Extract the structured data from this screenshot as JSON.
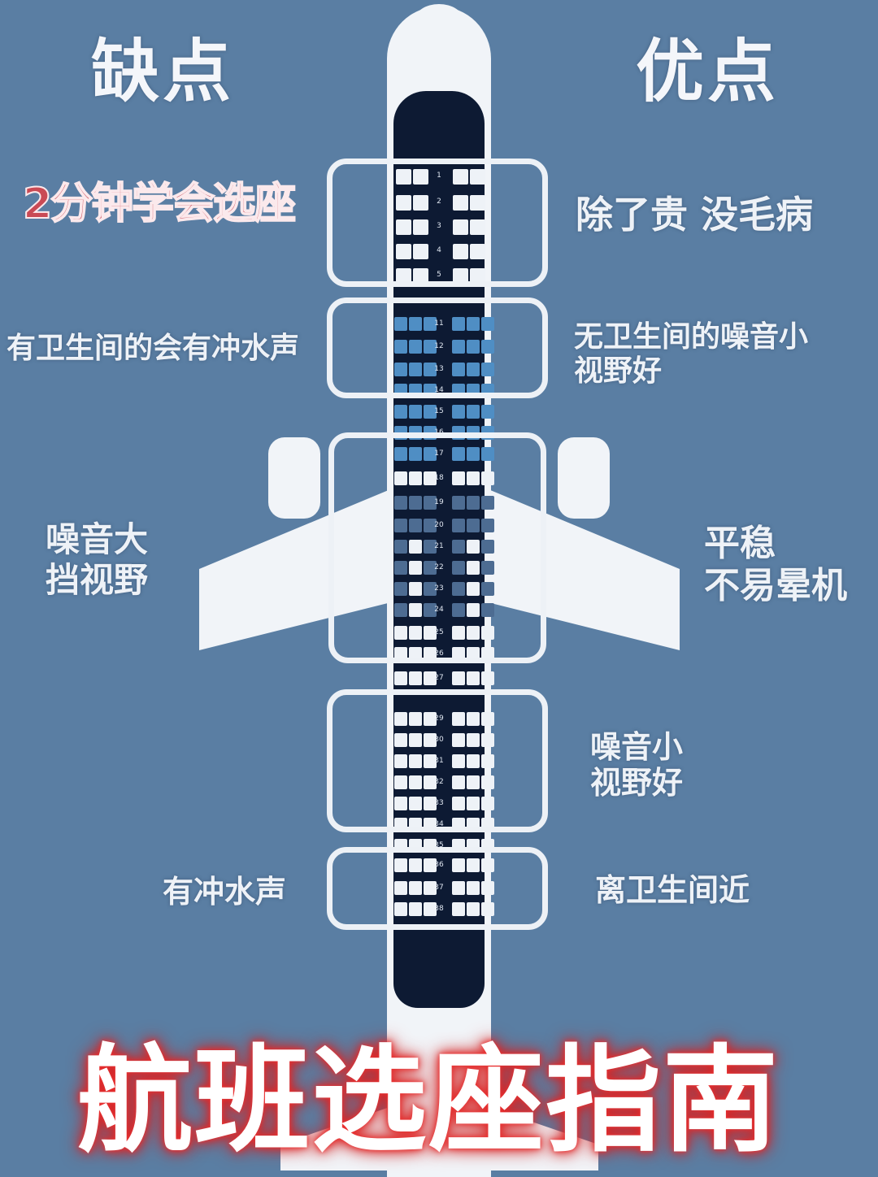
{
  "header": {
    "cons": "缺点",
    "pros": "优点",
    "subtitle": "2分钟学会选座"
  },
  "zones": [
    {
      "pro": [
        "除了贵 没毛病"
      ],
      "con": []
    },
    {
      "pro": [
        "无卫生间的噪音小",
        "视野好"
      ],
      "con": [
        "有卫生间的会有冲水声"
      ]
    },
    {
      "pro": [
        "平稳",
        "不易晕机"
      ],
      "con": [
        "噪音大",
        "挡视野"
      ]
    },
    {
      "pro": [
        "噪音小",
        "视野好"
      ],
      "con": []
    },
    {
      "pro": [
        "离卫生间近"
      ],
      "con": [
        "有冲水声"
      ]
    }
  ],
  "title": "航班选座指南",
  "colors": {
    "background": "#5a7ea3",
    "white_seat": "#eef2f7",
    "blue_seat": "#4f8ec4",
    "dim_seat": "#4d6c92",
    "title_glow": "#dd2222",
    "subtitle": "#c94a55"
  },
  "seat_rows": [
    {
      "n": "1",
      "c": "w",
      "cls": "first"
    },
    {
      "n": "2",
      "c": "w",
      "cls": "first"
    },
    {
      "n": "3",
      "c": "w",
      "cls": "first"
    },
    {
      "n": "4",
      "c": "w",
      "cls": "first"
    },
    {
      "n": "5",
      "c": "w",
      "cls": "first"
    },
    {
      "n": "11",
      "c": "b"
    },
    {
      "n": "12",
      "c": "b"
    },
    {
      "n": "13",
      "c": "b"
    },
    {
      "n": "14",
      "c": "b"
    },
    {
      "n": "15",
      "c": "b"
    },
    {
      "n": "16",
      "c": "b"
    },
    {
      "n": "17",
      "c": "b"
    },
    {
      "n": "18",
      "c": "w"
    },
    {
      "n": "19",
      "c": "d"
    },
    {
      "n": "20",
      "c": "d"
    },
    {
      "n": "21",
      "c": "m"
    },
    {
      "n": "22",
      "c": "m"
    },
    {
      "n": "23",
      "c": "m"
    },
    {
      "n": "24",
      "c": "m"
    },
    {
      "n": "25",
      "c": "w"
    },
    {
      "n": "26",
      "c": "w"
    },
    {
      "n": "27",
      "c": "w"
    },
    {
      "n": "29",
      "c": "w"
    },
    {
      "n": "30",
      "c": "w"
    },
    {
      "n": "31",
      "c": "w"
    },
    {
      "n": "32",
      "c": "w"
    },
    {
      "n": "33",
      "c": "w"
    },
    {
      "n": "34",
      "c": "w"
    },
    {
      "n": "35",
      "c": "w"
    },
    {
      "n": "36",
      "c": "w"
    },
    {
      "n": "37",
      "c": "w"
    },
    {
      "n": "38",
      "c": "w"
    }
  ]
}
